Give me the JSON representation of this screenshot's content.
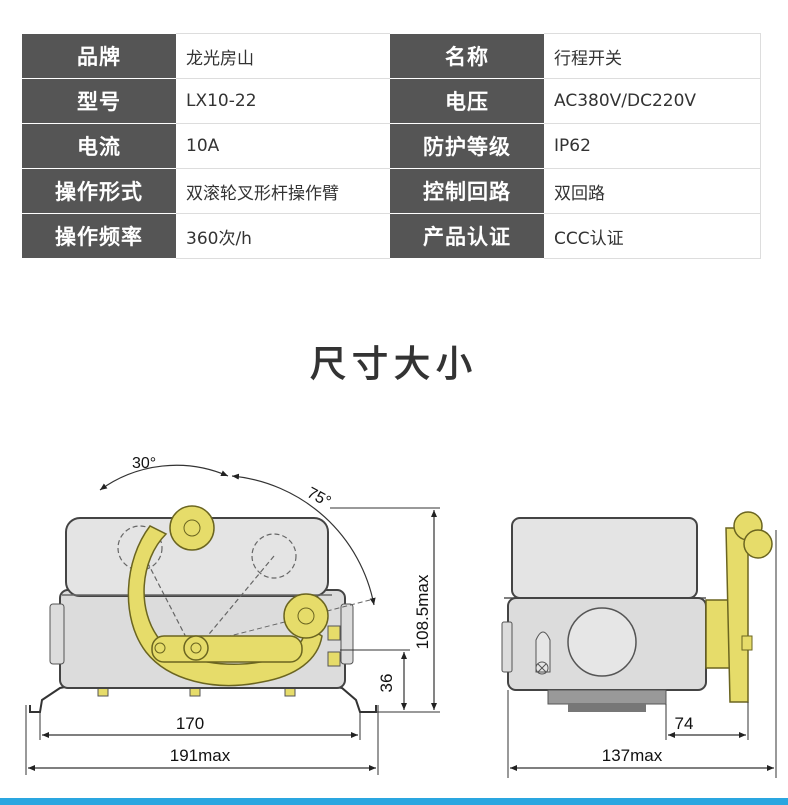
{
  "specs": {
    "rows": [
      {
        "k1": "品牌",
        "v1": "龙光房山",
        "k2": "名称",
        "v2": "行程开关"
      },
      {
        "k1": "型号",
        "v1": "LX10-22",
        "k2": "电压",
        "v2": "AC380V/DC220V"
      },
      {
        "k1": "电流",
        "v1": "10A",
        "k2": "防护等级",
        "v2": "IP62"
      },
      {
        "k1": "操作形式",
        "v1": "双滚轮叉形杆操作臂",
        "k2": "控制回路",
        "v2": "双回路"
      },
      {
        "k1": "操作频率",
        "v1": "360次/h",
        "k2": "产品认证",
        "v2": "CCC认证"
      }
    ]
  },
  "section_title": "尺寸大小",
  "drawing": {
    "angle_small": "30°",
    "angle_large": "75°",
    "height_max": "108.5max",
    "height_mount": "36",
    "width_base": "170",
    "width_max": "191max",
    "side_offset": "74",
    "depth_max": "137max"
  },
  "colors": {
    "header_bg": "#555555",
    "arm_yellow": "#e6dc6a",
    "housing_gray": "#dcdcdc",
    "accent_bar": "#2aa6e0"
  }
}
